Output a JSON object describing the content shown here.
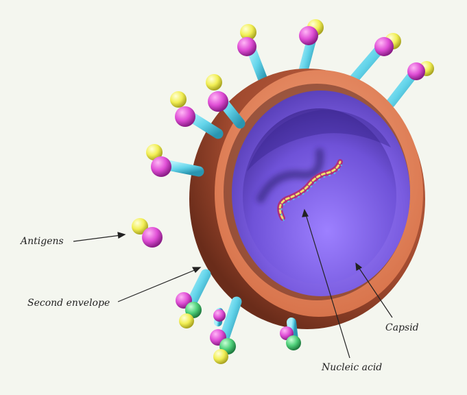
{
  "labels": {
    "antigens": "Antigens",
    "second_envelope": "Second envelope",
    "capsid": "Capsid",
    "nucleic_acid": "Nucleic acid"
  },
  "colors": {
    "background": "#f4f6ef",
    "envelope": "#e0835a",
    "capsid": "#7a5ce0",
    "stalk": "#63d4ea",
    "antigen_magenta": "#e04fd6",
    "antigen_yellow": "#f2ef55",
    "antigen_green": "#4fd07a",
    "nucleic_acid": "#b0307a"
  }
}
